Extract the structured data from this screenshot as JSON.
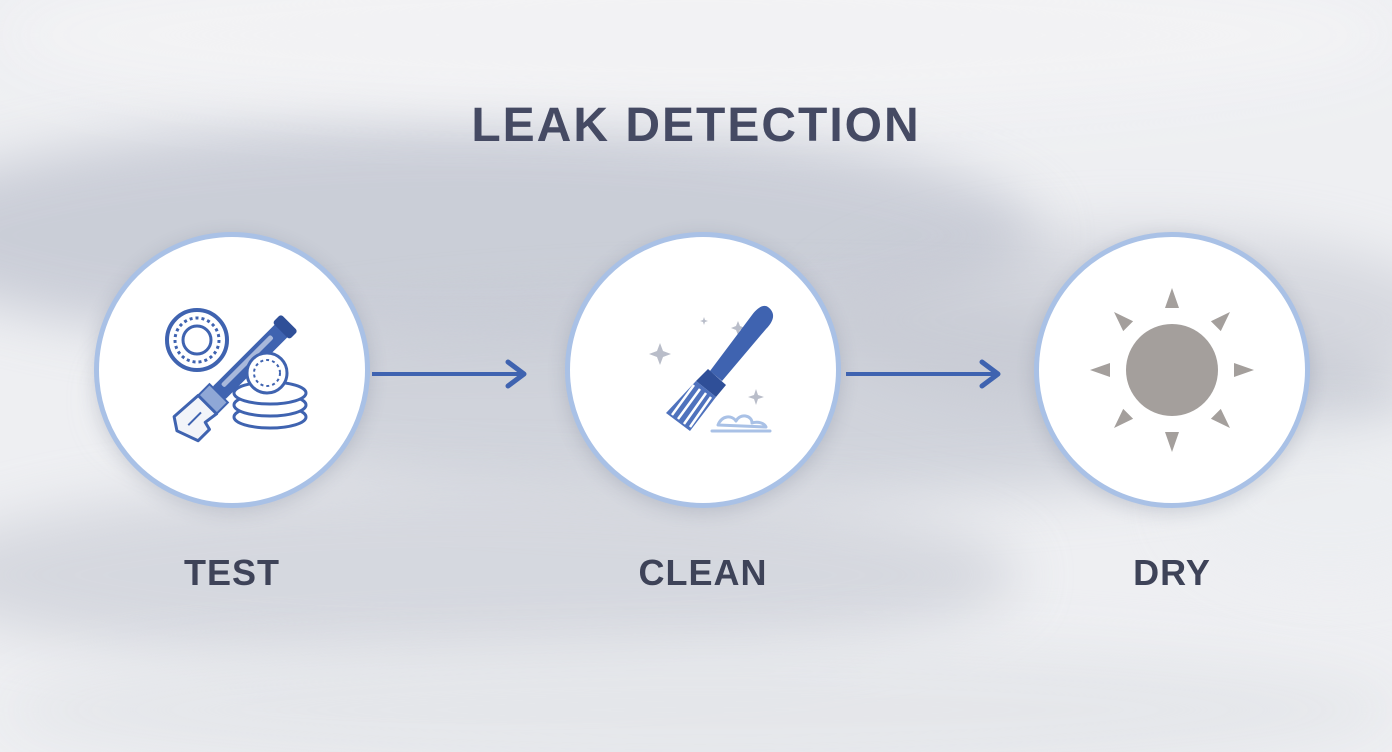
{
  "title": "LEAK DETECTION",
  "steps": [
    {
      "label": "TEST",
      "icon": "tools-icon"
    },
    {
      "label": "CLEAN",
      "icon": "brush-icon"
    },
    {
      "label": "DRY",
      "icon": "sun-icon"
    }
  ],
  "colors": {
    "accent": "#3f63b0",
    "circle_border": "#a9c1e6",
    "text": "#454a63",
    "sun": "#a49f9c"
  }
}
